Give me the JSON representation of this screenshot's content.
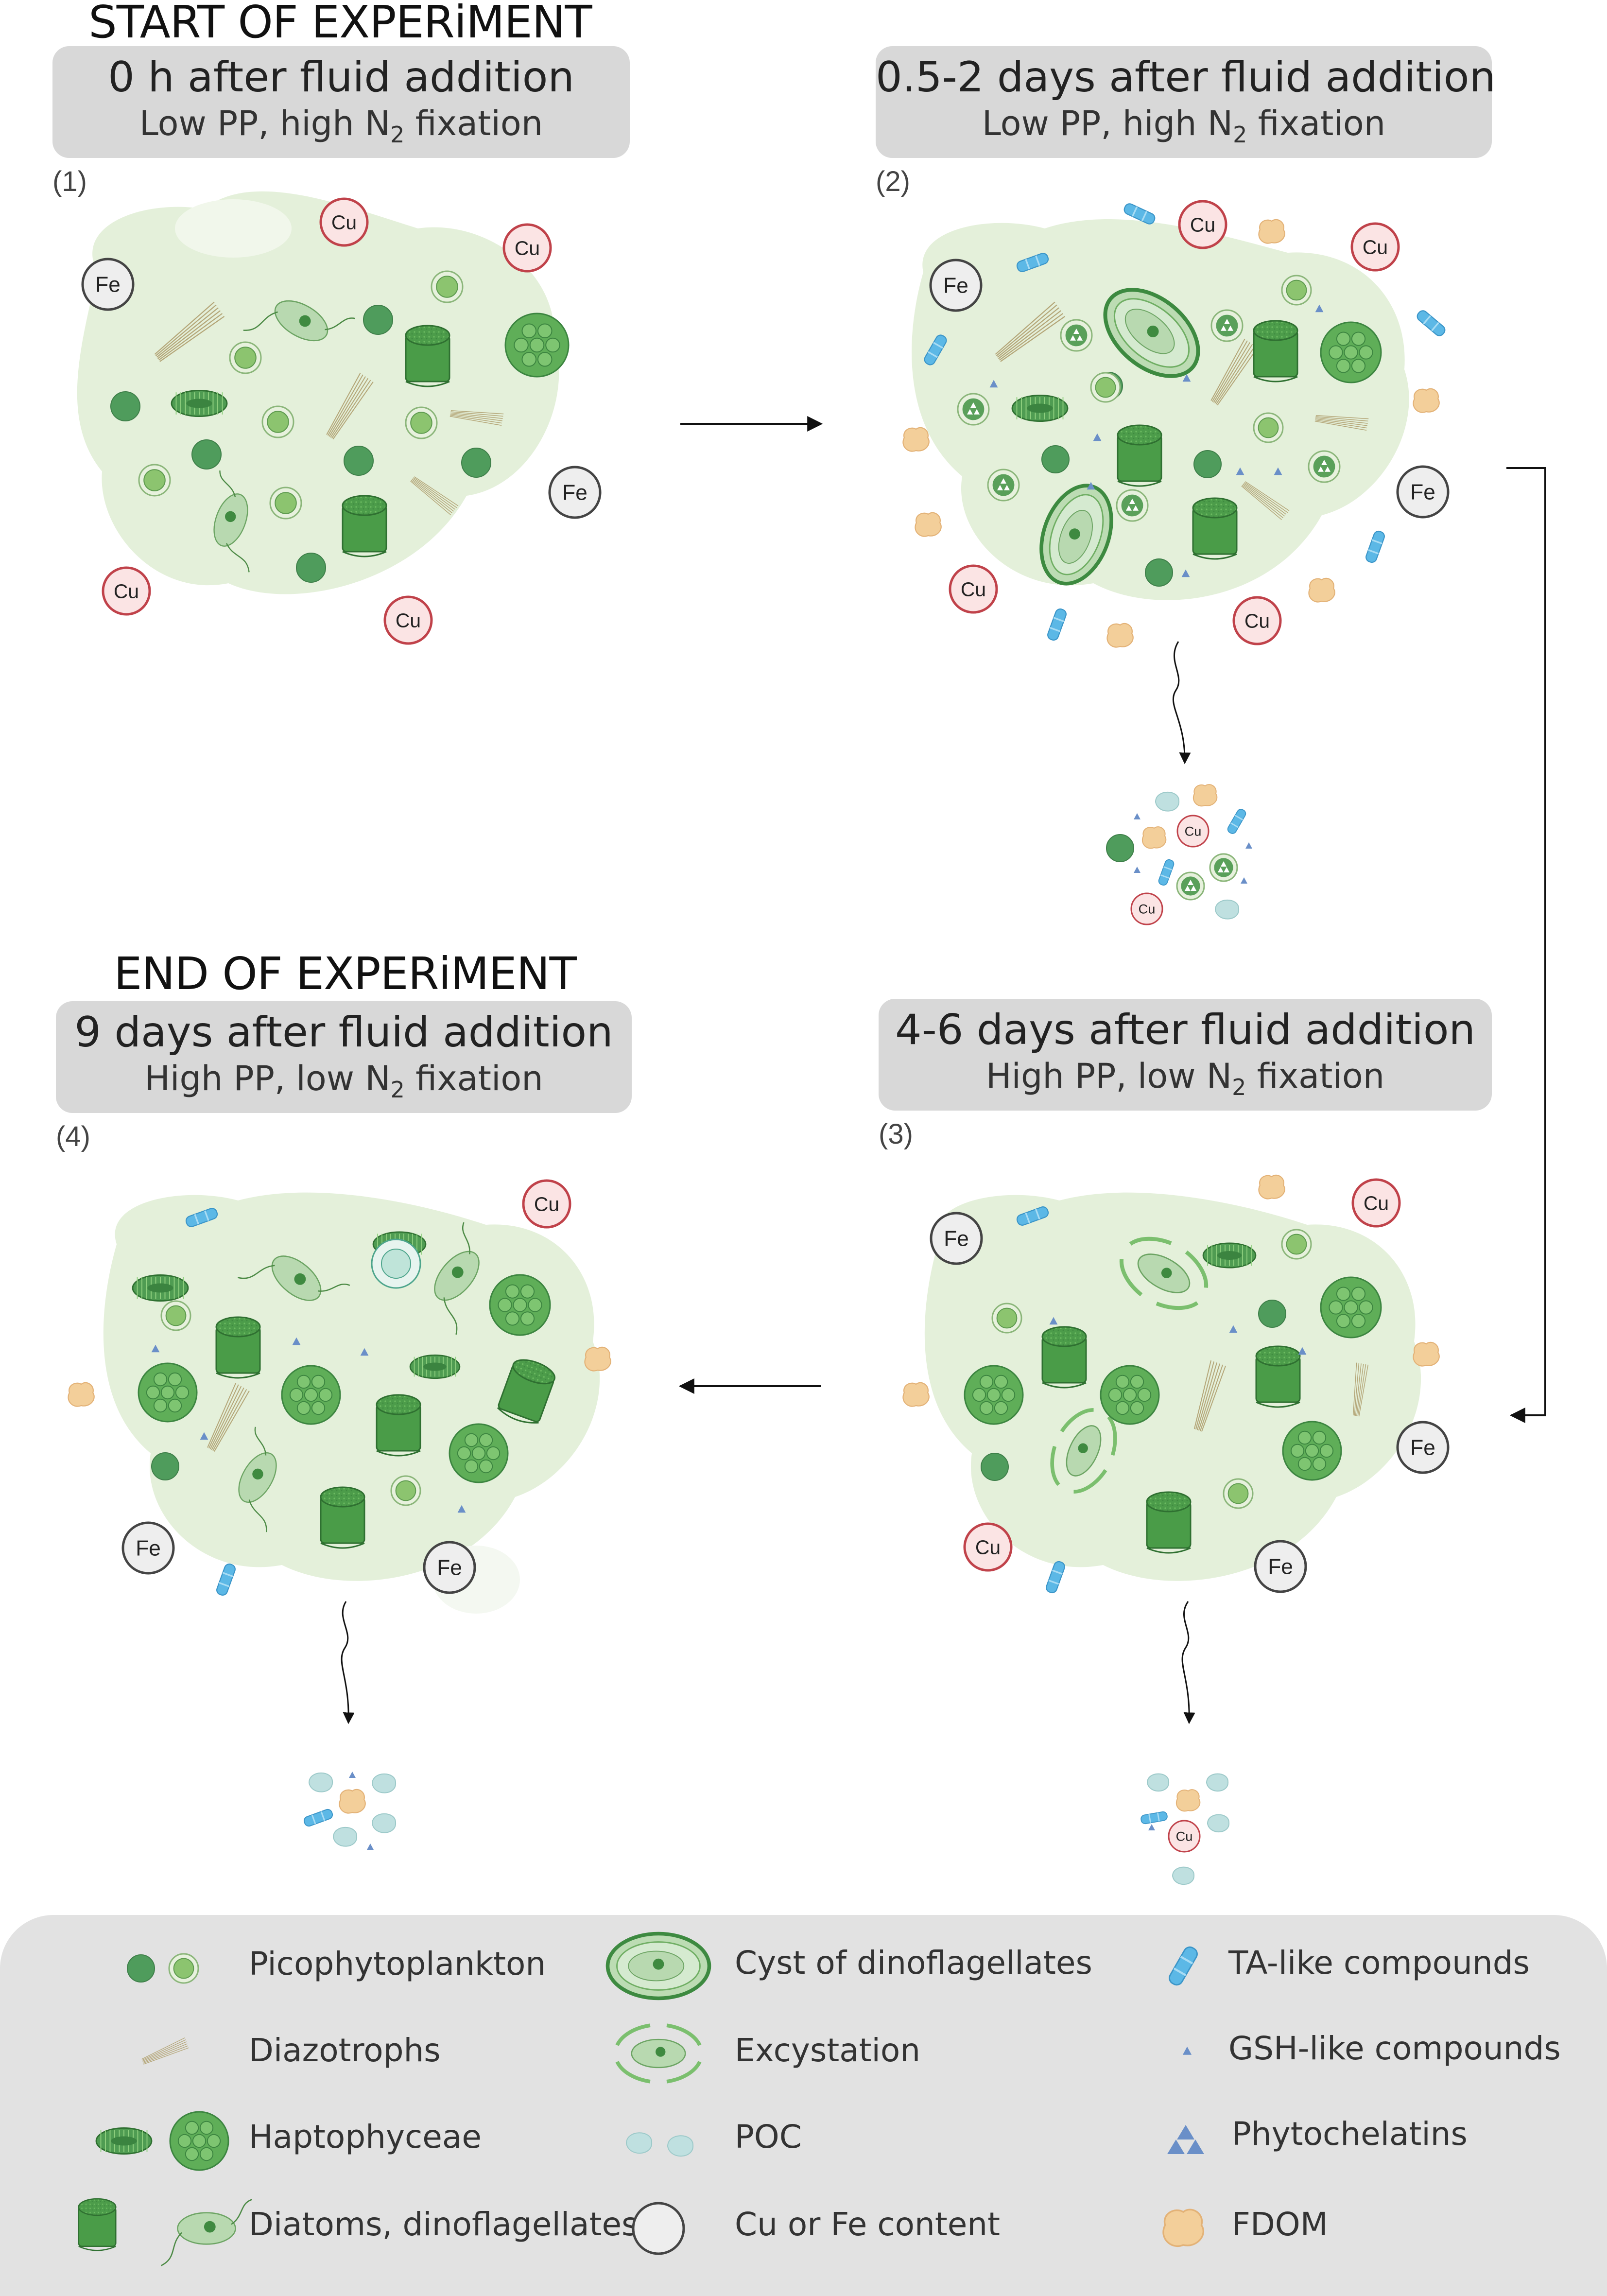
{
  "headings": {
    "start": "START OF EXPERiMENT",
    "end": "END OF EXPERiMENT"
  },
  "panels": [
    {
      "number": "(1)",
      "title": "0 h after fluid addition",
      "sub_pre": "Low PP, high N",
      "sub_subscript": "2",
      "sub_post": " fixation"
    },
    {
      "number": "(2)",
      "title": "0.5-2 days after fluid addition",
      "sub_pre": "Low PP, high N",
      "sub_subscript": "2",
      "sub_post": " fixation"
    },
    {
      "number": "(3)",
      "title": "4-6 days after fluid addition",
      "sub_pre": "High PP, low N",
      "sub_subscript": "2",
      "sub_post": " fixation"
    },
    {
      "number": "(4)",
      "title": "9 days after fluid addition",
      "sub_pre": "High PP, low N",
      "sub_subscript": "2",
      "sub_post": " fixation"
    }
  ],
  "metals": {
    "cu": "Cu",
    "fe": "Fe"
  },
  "legend": [
    {
      "label": "Picophytoplankton",
      "icon": "picophytoplankton-icon"
    },
    {
      "label": "Diazotrophs",
      "icon": "diazotroph-icon"
    },
    {
      "label": "Haptophyceae",
      "icon": "haptophyte-icon"
    },
    {
      "label": "Diatoms, dinoflagellates",
      "icon": "diatom-dinoflagellate-icon"
    },
    {
      "label": "Cyst of dinoflagellates",
      "icon": "cyst-icon"
    },
    {
      "label": "Excystation",
      "icon": "excystation-icon"
    },
    {
      "label": "POC",
      "icon": "poc-icon"
    },
    {
      "label": "Cu or Fe content",
      "icon": "metal-content-icon"
    },
    {
      "label": "TA-like compounds",
      "icon": "ta-compound-icon"
    },
    {
      "label": "GSH-like compounds",
      "icon": "gsh-compound-icon"
    },
    {
      "label": "Phytochelatins",
      "icon": "phytochelatin-icon"
    },
    {
      "label": "FDOM",
      "icon": "fdom-icon"
    }
  ],
  "colors": {
    "cluster_bg": "#e3efd8",
    "cell_dark": "#4f9c5c",
    "cell_light": "#8cc46f",
    "diatom_green": "#4a9c48",
    "cu_ring": "#c0424a",
    "cu_fill": "#fbe4e4",
    "fe_ring": "#444444",
    "fe_fill": "#eeeeee",
    "ta_blue": "#5cb8e6",
    "fdom_tan": "#f3cf9a",
    "poc_teal": "#bfe0e0",
    "panel_grey": "#d8d8d8",
    "legend_grey": "#e2e2e2"
  }
}
